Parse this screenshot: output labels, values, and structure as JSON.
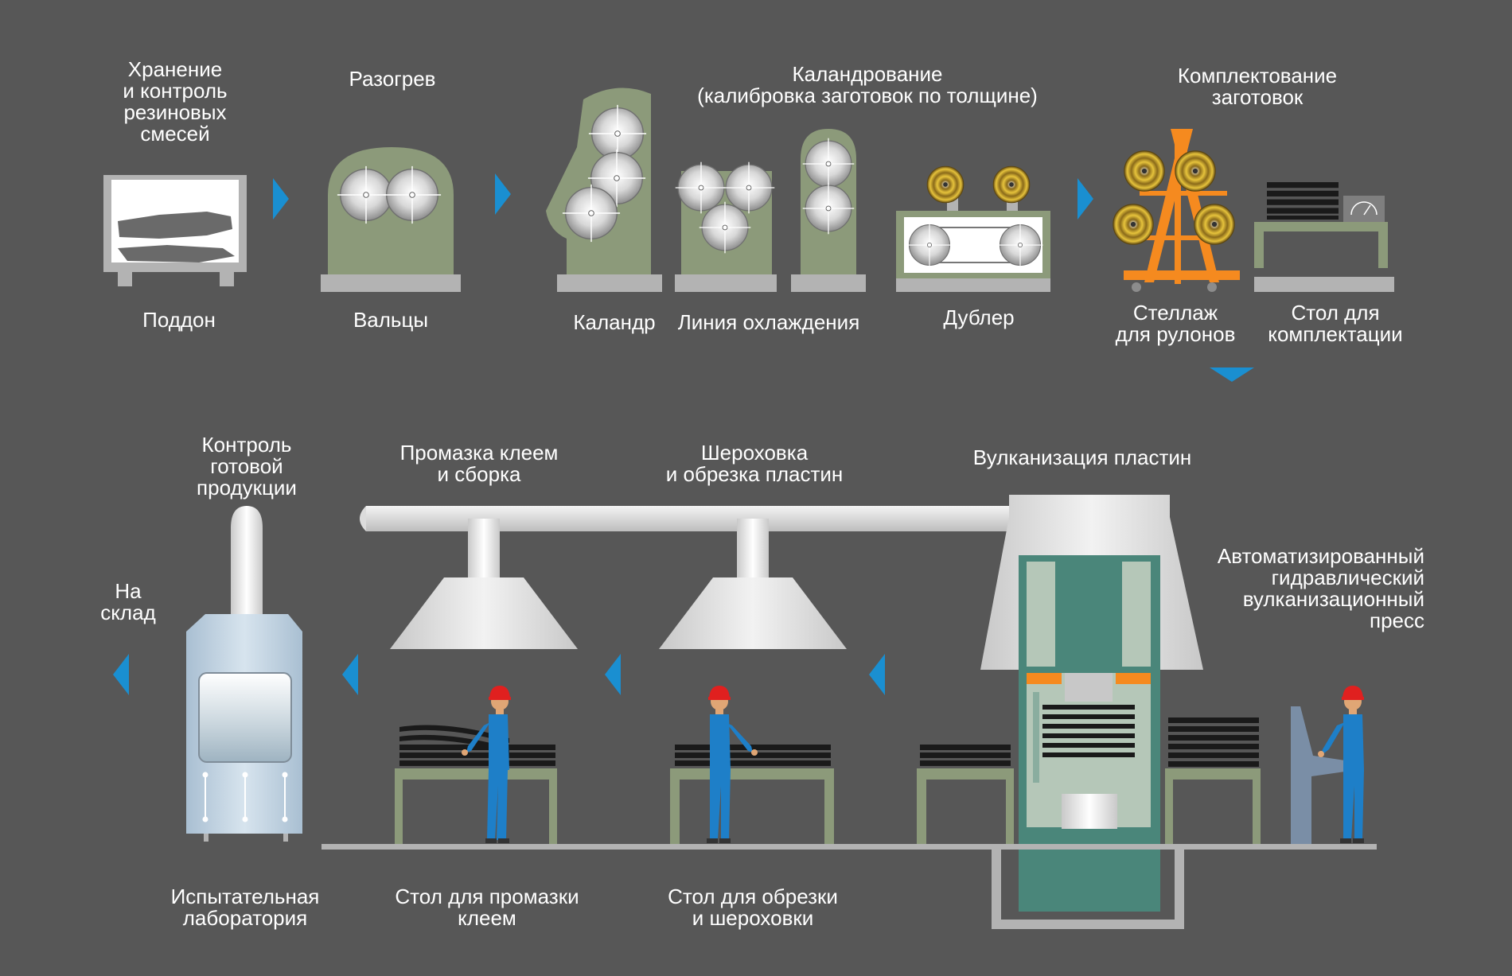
{
  "colors": {
    "background": "#575757",
    "machine_green": "#8c9a7a",
    "base_gray": "#b3b3b3",
    "arrow_blue": "#1a8fd1",
    "orange": "#f58a1f",
    "press_teal": "#4a867a",
    "worker_blue": "#1e7fc8",
    "helmet_red": "#e0201f",
    "sheet_black": "#1a1a1a"
  },
  "stages_top": {
    "storage": "Хранение\nи контроль\nрезиновых\nсмесей",
    "heating": "Разогрев",
    "calendering": "Каландрование\n(калибровка заготовок по толщине)",
    "assembly": "Комплектование\nзаготовок"
  },
  "equipment_top": {
    "pallet": "Поддон",
    "rollers": "Вальцы",
    "calender": "Каландр",
    "cooling_line": "Линия охлаждения",
    "doubler": "Дублер",
    "roll_rack": "Стеллаж\nдля рулонов",
    "assembly_table": "Стол для\nкомплектации"
  },
  "stages_bottom": {
    "quality_control": "Контроль\nготовой\nпродукции",
    "gluing": "Промазка клеем\nи сборка",
    "roughing": "Шероховка\nи обрезка пластин",
    "vulcanization": "Вулканизация пластин",
    "to_warehouse": "На\nсклад"
  },
  "equipment_bottom": {
    "press": "Автоматизированный\nгидравлический\nвулканизационный\nпресс",
    "lab": "Испытательная\nлаборатория",
    "glue_table": "Стол для промазки\nклеем",
    "trim_table": "Стол для обрезки\nи шероховки"
  },
  "icons": {
    "flow_arrow": "blue-triangle-arrow",
    "roller": "roller-crosshair-icon",
    "roll": "rubber-roll-icon",
    "worker": "worker-helmet-icon"
  }
}
